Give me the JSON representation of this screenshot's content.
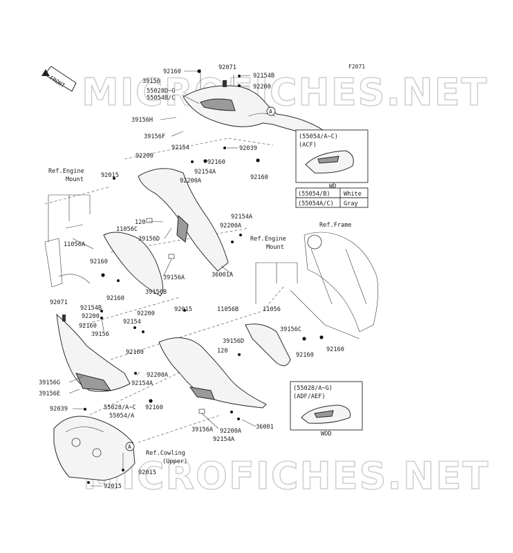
{
  "diagram_code": "F2071",
  "watermark_text": "MICROFICHES.NET",
  "front_arrow_label": "FRONT",
  "ref_marker": "A",
  "callouts": {
    "c92160_top": "92160",
    "c92071_top": "92071",
    "c92154B_top": "92154B",
    "c92200_top": "92200",
    "c39156_top": "39156",
    "c55028D": "55028D~G",
    "c55054BC": "55054B/C",
    "c39156H": "39156H",
    "c39156F": "39156F",
    "c92154_a": "92154",
    "c92200_a": "92200",
    "c92039_a": "92039",
    "c92160_b": "92160",
    "c92154A_a": "92154A",
    "c92200A_a": "92200A",
    "c92160_c": "92160",
    "c92015_a": "92015",
    "c120_a": "120",
    "c11056C": "11056C",
    "c39156D_a": "39156D",
    "c11056A": "11056A",
    "c92154A_b": "92154A",
    "c92200A_b": "92200A",
    "c36001A": "36001A",
    "c92160_d": "92160",
    "c39156A_a": "39156A",
    "c39156B": "39156B",
    "c92160_e": "92160",
    "c92071_b": "92071",
    "c92154B_b": "92154B",
    "c92200_b": "92200",
    "c92160_f": "92160",
    "c39156_b": "39156",
    "c92200_c": "92200",
    "c92154_b": "92154",
    "c92015_b": "92015",
    "c11056B": "11056B",
    "c11056": "11056",
    "c39156D_b": "39156D",
    "c120_b": "120",
    "c39156C": "39156C",
    "c92160_g": "92160",
    "c92160_h": "92160",
    "c92160_i": "92160",
    "c92154A_c": "92154A",
    "c92200A_c": "92200A",
    "c39156G": "39156G",
    "c39156E": "39156E",
    "c92039_b": "92039",
    "c55028AC": "55028/A~C",
    "c55054A": "55054/A",
    "c92160_j": "92160",
    "c39156A_b": "39156A",
    "c92200A_d": "92200A",
    "c36001": "36001",
    "c92154A_d": "92154A",
    "c92015_c": "92015",
    "c92015_d": "92015"
  },
  "references": {
    "ref_engine_mount_left_1": "Ref.Engine",
    "ref_engine_mount_left_2": "Mount",
    "ref_engine_mount_right_1": "Ref.Engine",
    "ref_engine_mount_right_2": "Mount",
    "ref_frame": "Ref.Frame",
    "ref_cowling_1": "Ref.Cowling",
    "ref_cowling_2": "(Upper)"
  },
  "inset_top": {
    "line1": "(55054/A~C)",
    "line2": "(ACF)",
    "caption": "WD"
  },
  "color_table": {
    "rows": [
      {
        "part": "(55054/B)",
        "color": "White"
      },
      {
        "part": "(55054A/C)",
        "color": "Gray"
      }
    ]
  },
  "inset_bottom": {
    "line1": "(55028/A~G)",
    "line2": "(ADF/AEF)",
    "caption": "WOD"
  }
}
